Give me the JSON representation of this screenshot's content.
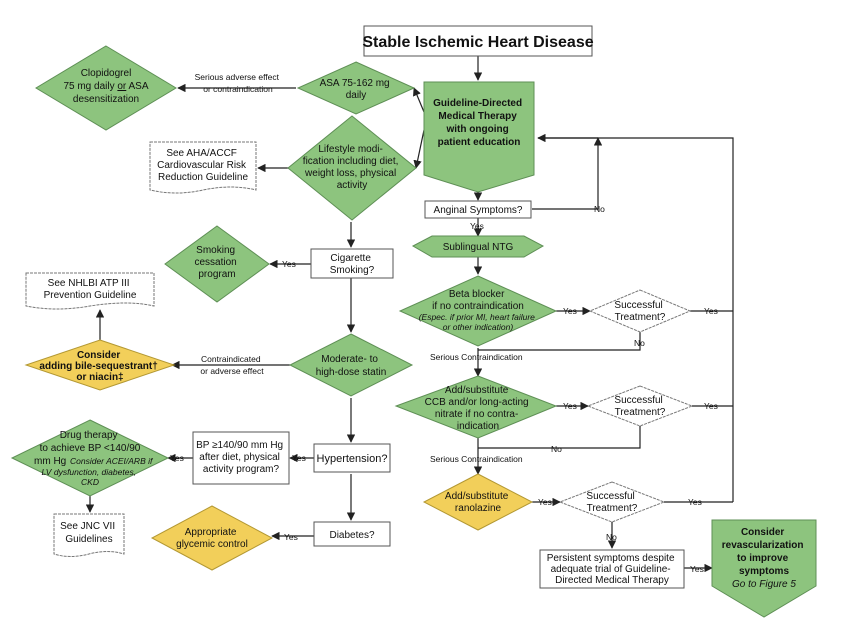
{
  "title": "Stable Ischemic Heart Disease",
  "nodes": {
    "gdmt": [
      "Guideline-Directed",
      "Medical Therapy",
      "with ongoing",
      "patient education"
    ],
    "asa": [
      "ASA 75-162 mg",
      "daily"
    ],
    "clopidogrel": {
      "line1": "Clopidogrel",
      "line2a": "75 mg daily ",
      "line2b": "or",
      "line2c": " ASA",
      "line3": "desensitization"
    },
    "lifestyle": [
      "Lifestyle modi-",
      "fication including diet,",
      "weight loss, physical",
      "activity"
    ],
    "aha_guideline": [
      "See AHA/ACCF",
      "Cardiovascular Risk",
      "Reduction Guideline"
    ],
    "anginal": "Anginal Symptoms?",
    "sublingual": "Sublingual NTG",
    "smoking": [
      "Cigarette",
      "Smoking?"
    ],
    "smoking_cessation": [
      "Smoking",
      "cessation",
      "program"
    ],
    "ncep_guideline": [
      "See NHLBI ATP III",
      "Prevention Guideline"
    ],
    "bile": [
      "Consider",
      "adding bile-sequestrant†",
      "or niacin‡"
    ],
    "statin": [
      "Moderate- to",
      "high-dose statin"
    ],
    "beta_blocker": {
      "lines": [
        "Beta blocker",
        "if no contraindication"
      ],
      "note": [
        "(Espec. if prior MI, heart failure",
        "or other indication)"
      ]
    },
    "successful1": [
      "Successful",
      "Treatment?"
    ],
    "ccb": [
      "Add/substitute",
      "CCB and/or long-acting",
      "nitrate if no contra-",
      "indication"
    ],
    "successful2": [
      "Successful",
      "Treatment?"
    ],
    "bp_question": [
      "BP ≥140/90 mm Hg",
      "after diet, physical",
      "activity program?"
    ],
    "hypertension": "Hypertension?",
    "drug_therapy": {
      "lines": [
        "Drug therapy",
        "to achieve BP <140/90"
      ],
      "line3": "mm Hg",
      "note": [
        "Consider ACEI/ARB if",
        "LV dysfunction, diabetes,",
        "CKD"
      ]
    },
    "jnc_guideline": [
      "See JNC VII",
      "Guidelines"
    ],
    "ranolazine": [
      "Add/substitute",
      "ranolazine"
    ],
    "successful3": [
      "Successful",
      "Treatment?"
    ],
    "glycemic": [
      "Appropriate",
      "glycemic control"
    ],
    "diabetes": "Diabetes?",
    "persistent": [
      "Persistent symptoms despite",
      "adequate trial of Guideline-",
      "Directed Medical Therapy"
    ],
    "revasc": {
      "lines": [
        "Consider",
        "revascularization",
        "to improve",
        "symptoms"
      ],
      "note": "Go to Figure 5"
    }
  },
  "edge_labels": {
    "serious_adverse": [
      "Serious adverse effect",
      "or contraindication"
    ],
    "no_anginal": "No",
    "yes_anginal": "Yes",
    "yes_smoking": "Yes",
    "yes_bb": "Yes",
    "yes_succ1": "Yes",
    "no_succ1": "No",
    "serious_contra1": "Serious Contraindication",
    "contra_adverse": [
      "Contraindicated",
      "or adverse effect"
    ],
    "yes_ccb": "Yes",
    "yes_succ2": "Yes",
    "no_succ2": "No",
    "serious_contra2": "Serious Contraindication",
    "yes_bp": "Yes",
    "yes_htn": "Yes",
    "yes_ran": "Yes",
    "yes_succ3": "Yes",
    "no_succ3": "No",
    "yes_diabetes": "Yes",
    "yes_persistent": "Yes"
  },
  "colors": {
    "green": "#8dc47e",
    "yellow": "#f2cf5a"
  }
}
